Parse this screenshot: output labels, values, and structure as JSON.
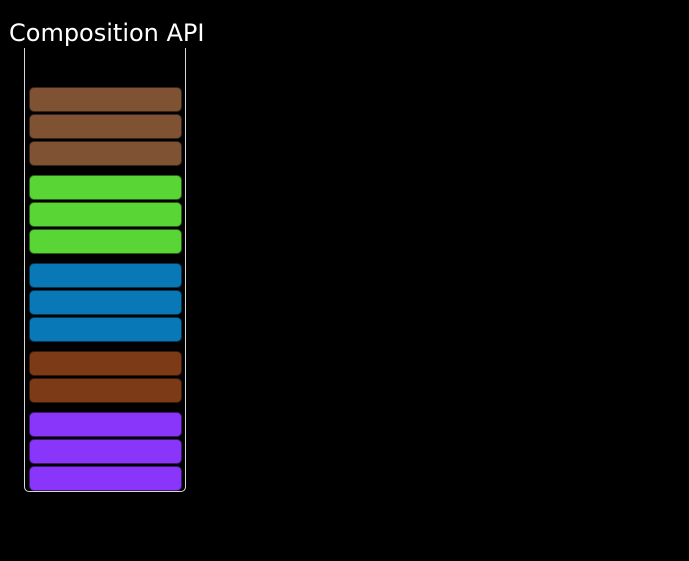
{
  "page": {
    "background_color": "#000000"
  },
  "title": "Composition API",
  "component_box": {
    "border_color": "#d9d9d9",
    "open_top": true
  },
  "diagram": {
    "description_colors": {
      "brown": "#7e5233",
      "green": "#59d636",
      "blue": "#0878b7",
      "rust": "#7c3a17",
      "purple": "#8a36fa"
    },
    "groups": [
      {
        "id": "group-1",
        "color": "#7e5233",
        "bar_count": 3
      },
      {
        "id": "group-2",
        "color": "#59d636",
        "bar_count": 3
      },
      {
        "id": "group-3",
        "color": "#0878b7",
        "bar_count": 3
      },
      {
        "id": "group-4",
        "color": "#7c3a17",
        "bar_count": 2
      },
      {
        "id": "group-5",
        "color": "#8a36fa",
        "bar_count": 3
      }
    ]
  }
}
